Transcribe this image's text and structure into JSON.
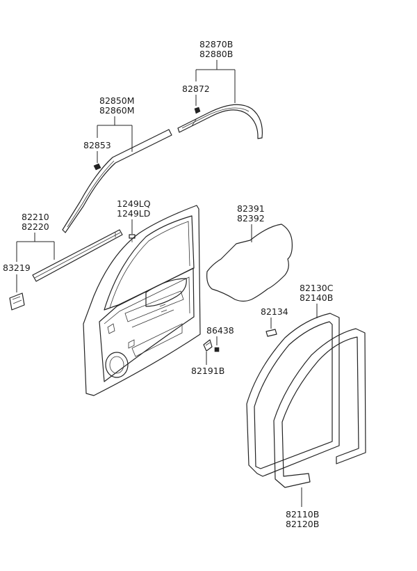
{
  "callouts": {
    "c82870B": "82870B",
    "c82880B": "82880B",
    "c82872": "82872",
    "c82850M": "82850M",
    "c82860M": "82860M",
    "c82853": "82853",
    "c1249LQ": "1249LQ",
    "c1249LD": "1249LD",
    "c82210": "82210",
    "c82220": "82220",
    "c83219": "83219",
    "c82391": "82391",
    "c82392": "82392",
    "c82130C": "82130C",
    "c82140B": "82140B",
    "c82134": "82134",
    "c86438": "86438",
    "c82191B": "82191B",
    "c82110B": "82110B",
    "c82120B": "82120B"
  }
}
